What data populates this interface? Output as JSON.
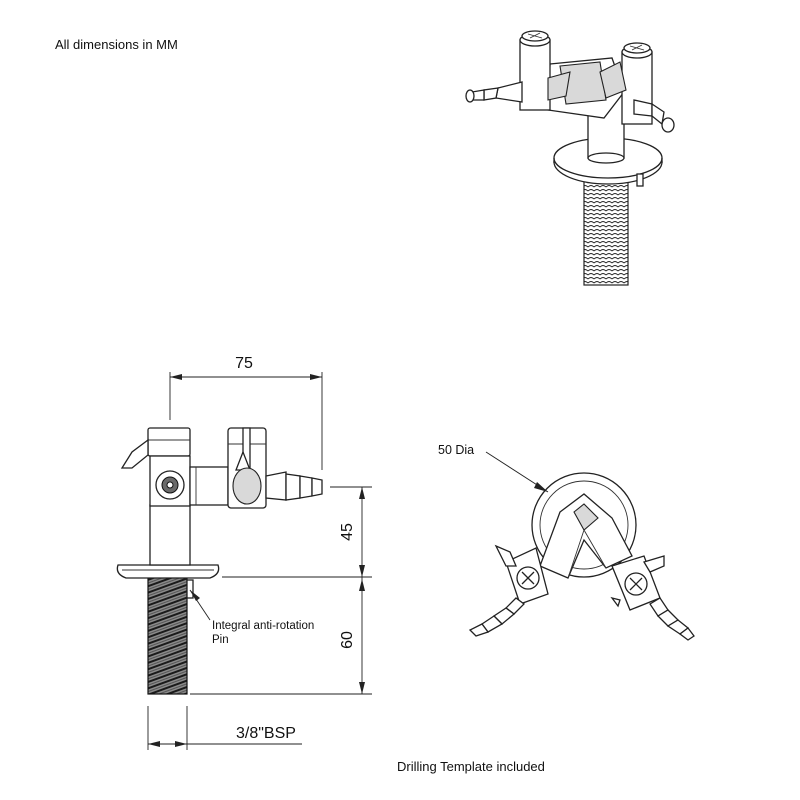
{
  "notes": {
    "units": "All dimensions in MM",
    "template": "Drilling Template included"
  },
  "dimensions": {
    "width": "75",
    "height_upper": "45",
    "height_lower": "60",
    "thread": "3/8\"BSP",
    "diameter": "50 Dia"
  },
  "callouts": {
    "pin_line1": "Integral anti-rotation",
    "pin_line2": "Pin"
  }
}
